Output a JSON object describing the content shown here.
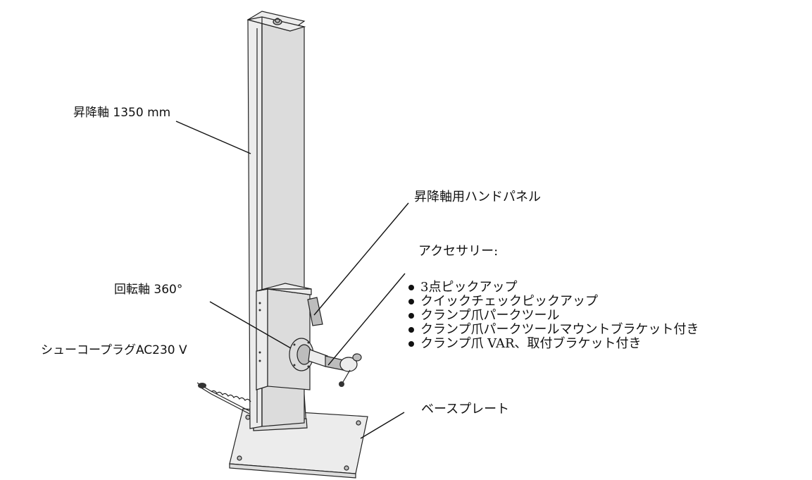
{
  "labels": {
    "lift_axis": "昇降軸 1350 mm",
    "hand_panel": "昇降軸用ハンドパネル",
    "accessories_heading": "アクセサリー:",
    "rotary_axis": "回転軸 360°",
    "plug": "シューコープラグAC230 V",
    "base_plate": "ベースプレート"
  },
  "accessories": [
    "3点ピックアップ",
    "クイックチェックピックアップ",
    "クランプ爪パークツール",
    "クランプ爪パークツールマウントブラケット付き",
    "クランプ爪 VAR、取付ブラケット付き"
  ]
}
